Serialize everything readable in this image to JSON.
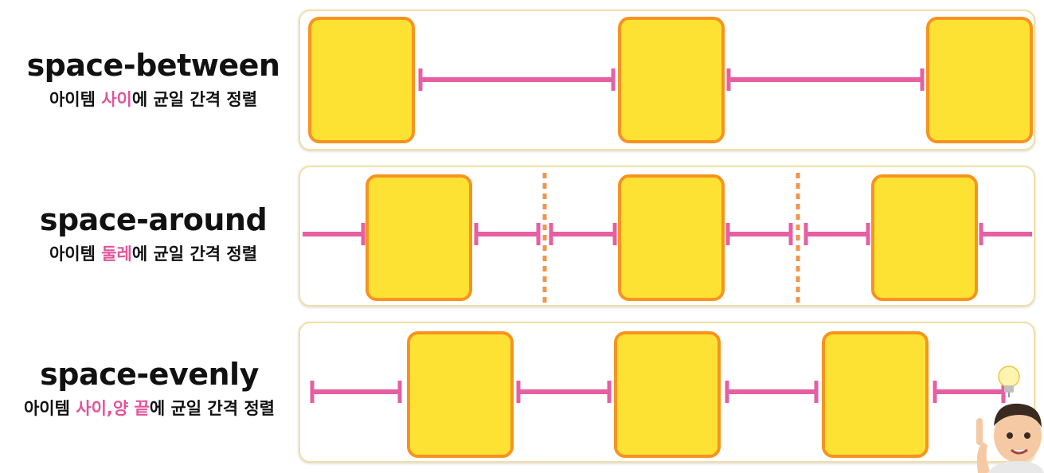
{
  "rows": [
    {
      "title": "space-between",
      "desc_prefix": "아이템 ",
      "desc_highlight": "사이",
      "desc_suffix": "에 균일 간격 정렬"
    },
    {
      "title": "space-around",
      "desc_prefix": "아이템 ",
      "desc_highlight": "둘레",
      "desc_suffix": "에 균일 간격 정렬"
    },
    {
      "title": "space-evenly",
      "desc_prefix": "아이템 ",
      "desc_highlight": "사이,양 끝",
      "desc_suffix": "에 균일 간격 정렬"
    }
  ],
  "colors": {
    "item_fill": "#fde233",
    "item_border": "#f7931e",
    "gap_marker": "#e65fa3",
    "divider": "#f0954a",
    "panel_border": "#f2dfa6",
    "highlight_text": "#e0559a"
  },
  "icons": [
    "lightbulb-icon",
    "memoji-avatar-icon"
  ]
}
